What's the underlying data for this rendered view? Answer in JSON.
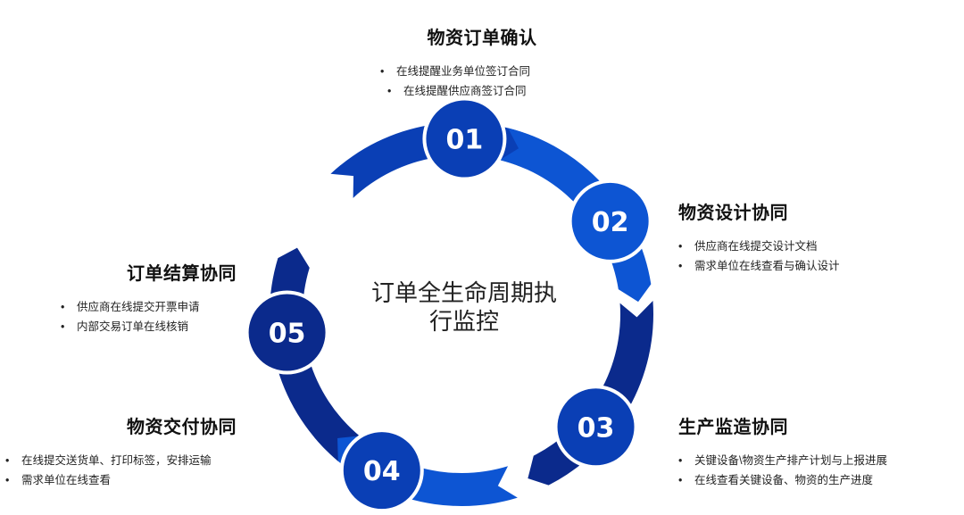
{
  "center": {
    "line1": "订单全生命周期执",
    "line2": "行监控"
  },
  "stages": [
    {
      "num": "01",
      "title": "物资订单确认",
      "bullets": [
        "在线提醒业务单位签订合同",
        "在线提醒供应商签订合同"
      ]
    },
    {
      "num": "02",
      "title": "物资设计协同",
      "bullets": [
        "供应商在线提交设计文档",
        "需求单位在线查看与确认设计"
      ]
    },
    {
      "num": "03",
      "title": "生产监造协同",
      "bullets": [
        "关键设备\\物资生产排产计划与上报进展",
        "在线查看关键设备、物资的生产进度"
      ]
    },
    {
      "num": "04",
      "title": "物资交付协同",
      "bullets": [
        "在线提交送货单、打印标签，安排运输",
        "需求单位在线查看"
      ]
    },
    {
      "num": "05",
      "title": "订单结算协同",
      "bullets": [
        "供应商在线提交开票申请",
        "内部交易订单在线核销"
      ]
    }
  ],
  "colors": {
    "deep": "#0b2a8c",
    "mid": "#0a3fb5",
    "bright": "#0d55d3",
    "text": "#ffffff"
  }
}
